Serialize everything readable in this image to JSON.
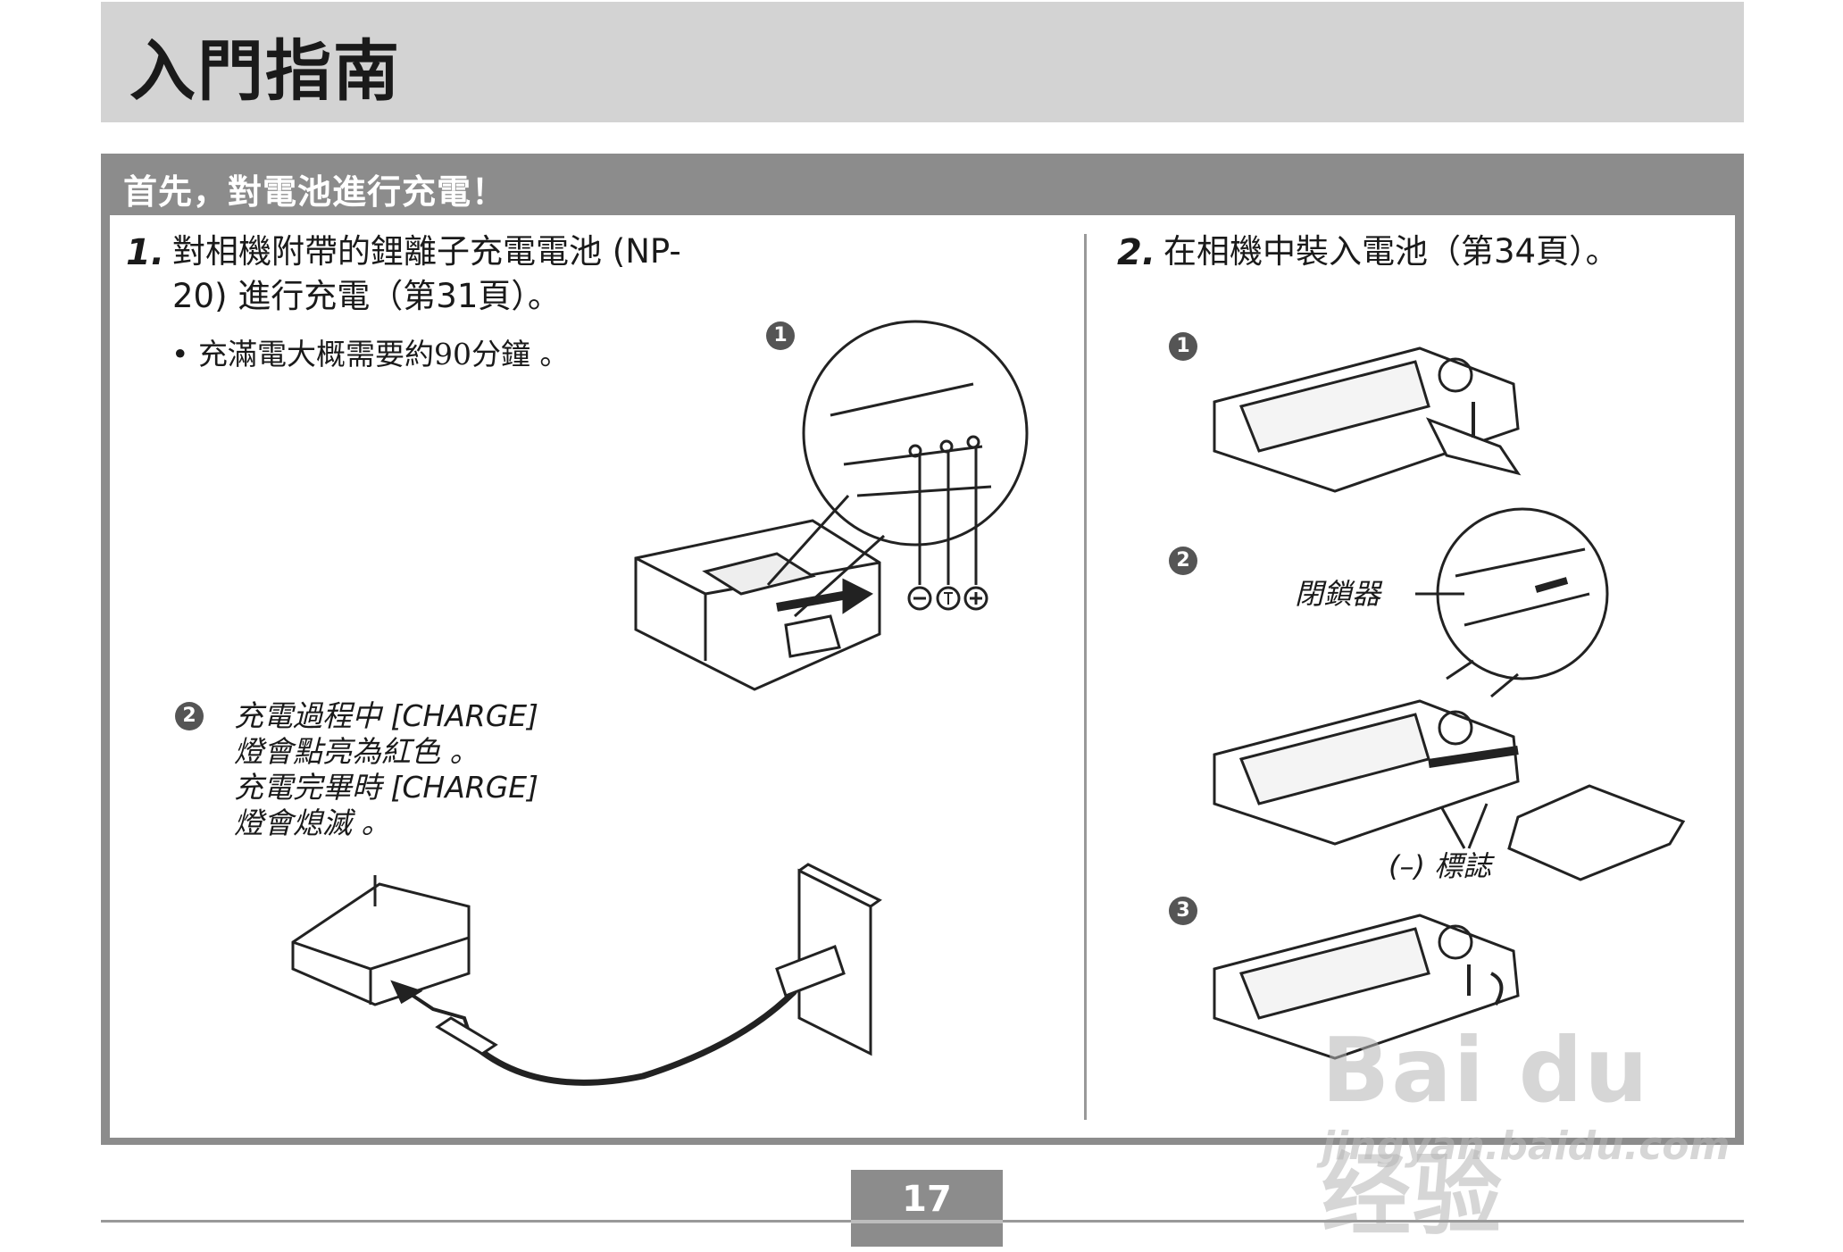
{
  "header": {
    "title": "入門指南"
  },
  "section": {
    "heading": "首先，對電池進行充電！"
  },
  "step1": {
    "number": "1.",
    "text_line1": "對相機附帶的鋰離子充電電池 (NP-",
    "text_line2": "20) 進行充電（第31頁）。",
    "bullet": "•  充滿電大概需要約90分鐘 。",
    "marker1": "1",
    "marker2": "2",
    "note_lines": [
      "充電過程中 [CHARGE]",
      "燈會點亮為紅色 。",
      "充電完畢時 [CHARGE]",
      "燈會熄滅 。"
    ],
    "terminal_labels": [
      "−",
      "T",
      "+"
    ]
  },
  "step2": {
    "number": "2.",
    "text": "在相機中裝入電池（第34頁）。",
    "markers": [
      "1",
      "2",
      "3"
    ],
    "latch_label": "閉鎖器",
    "mark_label": "(–) 標誌"
  },
  "watermark": {
    "main": "Bai du 经验",
    "sub": "jingyan.baidu.com"
  },
  "footer": {
    "page_number": "17"
  },
  "colors": {
    "header_band": "#d3d3d3",
    "section_bar": "#8c8c8c"
  }
}
